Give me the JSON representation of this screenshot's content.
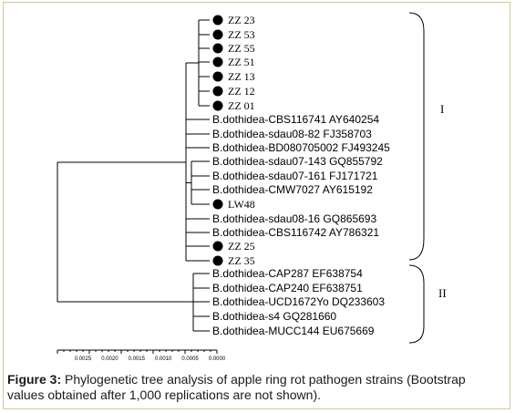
{
  "tree": {
    "leaves": [
      {
        "label": "ZZ 23",
        "marker": true
      },
      {
        "label": "ZZ 53",
        "marker": true
      },
      {
        "label": "ZZ 55",
        "marker": true
      },
      {
        "label": "ZZ 51",
        "marker": true
      },
      {
        "label": "ZZ 13",
        "marker": true
      },
      {
        "label": "ZZ 12",
        "marker": true
      },
      {
        "label": "ZZ 01",
        "marker": true
      },
      {
        "label": "B.dothidea-CBS116741 AY640254",
        "marker": false
      },
      {
        "label": "B.dothidea-sdau08-82 FJ358703",
        "marker": false
      },
      {
        "label": "B.dothidea-BD080705002 FJ493245",
        "marker": false
      },
      {
        "label": "B.dothidea-sdau07-143 GQ855792",
        "marker": false
      },
      {
        "label": "B.dothidea-sdau07-161 FJ171721",
        "marker": false
      },
      {
        "label": "B.dothidea-CMW7027 AY615192",
        "marker": false
      },
      {
        "label": "LW48",
        "marker": true
      },
      {
        "label": "B.dothidea-sdau08-16 GQ865693",
        "marker": false
      },
      {
        "label": "B.dothidea-CBS116742 AY786321",
        "marker": false
      },
      {
        "label": "ZZ 25",
        "marker": true
      },
      {
        "label": "ZZ 35",
        "marker": true
      },
      {
        "label": "B.dothidea-CAP287 EF638754",
        "marker": false
      },
      {
        "label": "B.dothidea-CAP240 EF638751",
        "marker": false
      },
      {
        "label": "B.dothidea-UCD1672Yo DQ233603",
        "marker": false
      },
      {
        "label": "B.dothidea-s4 GQ281660",
        "marker": false
      },
      {
        "label": "B.dothidea-MUCC144 EU675669",
        "marker": false
      }
    ],
    "clades": [
      {
        "label": "I"
      },
      {
        "label": "II"
      }
    ],
    "scale_ticks": [
      "0.0025",
      "0.0020",
      "0.0015",
      "0.0010",
      "0.0005",
      "0.0000"
    ]
  },
  "caption": {
    "label": "Figure 3:",
    "text": " Phylogenetic tree analysis of apple ring rot pathogen strains (Bootstrap values obtained after 1,000 replications are not shown)."
  }
}
